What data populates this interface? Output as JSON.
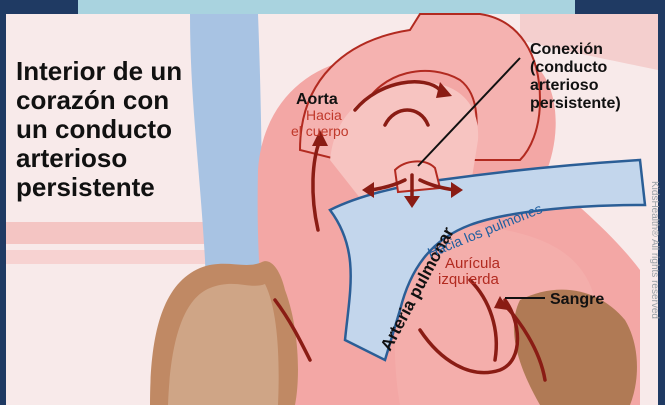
{
  "title_lines": [
    "Interior de un",
    "corazón con",
    "un conducto",
    "arterioso",
    "persistente"
  ],
  "labels": {
    "aorta": "Aorta",
    "aorta_sub_1": "Hacia",
    "aorta_sub_2": "el cuerpo",
    "conexion_1": "Conexión",
    "conexion_2": "(conducto",
    "conexion_3": "arterioso",
    "conexion_4": "persistente)",
    "arteria_pulmonar": "Arteria pulmonar",
    "hacia_pulmones": "Hacia los pulmones",
    "auricula_1": "Aurícula",
    "auricula_2": "izquierda",
    "sangre": "Sangre",
    "credit": "KidsHealth® All rights reserved"
  },
  "colors": {
    "background": "#f8eaea",
    "frame": "#1f3a63",
    "top_band": "#a9d3df",
    "vein_blue": "#a8c3e3",
    "heart_pink": "#f3a7a5",
    "heart_light": "#f7c4c1",
    "outline_red": "#b22a20",
    "arrow_dark": "#8a1c14",
    "muscle_brown": "#b07a55",
    "pulmonary_blue": "#c3d6ec",
    "pulmonary_outline": "#2b5e96"
  }
}
